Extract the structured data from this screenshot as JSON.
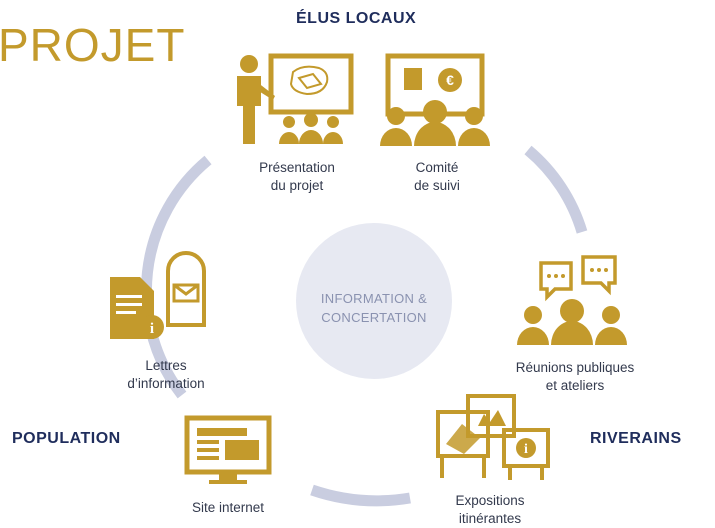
{
  "title": "PROJET",
  "groups": {
    "elus": "ÉLUS LOCAUX",
    "population": "POPULATION",
    "riverains": "RIVERAINS"
  },
  "center": {
    "line1": "INFORMATION &",
    "line2": "CONCERTATION"
  },
  "items": {
    "presentation": [
      "Présentation",
      "du projet"
    ],
    "comite": [
      "Comité",
      "de suivi"
    ],
    "reunions": [
      "Réunions publiques",
      "et ateliers"
    ],
    "expositions": [
      "Expositions",
      "itinérantes"
    ],
    "site": [
      "Site internet"
    ],
    "lettres": [
      "Lettres",
      "d’information"
    ]
  },
  "colors": {
    "gold": "#c39a2c",
    "navy": "#1f2d5c",
    "ring": "#c9cde0",
    "center_fill": "#e7e9f2"
  },
  "icons": {
    "presentation": "presenter-board-icon",
    "comite": "committee-euro-icon",
    "reunions": "meeting-chat-icon",
    "expositions": "exhibition-panels-icon",
    "site": "monitor-icon",
    "lettres": "mailbox-letter-icon"
  }
}
